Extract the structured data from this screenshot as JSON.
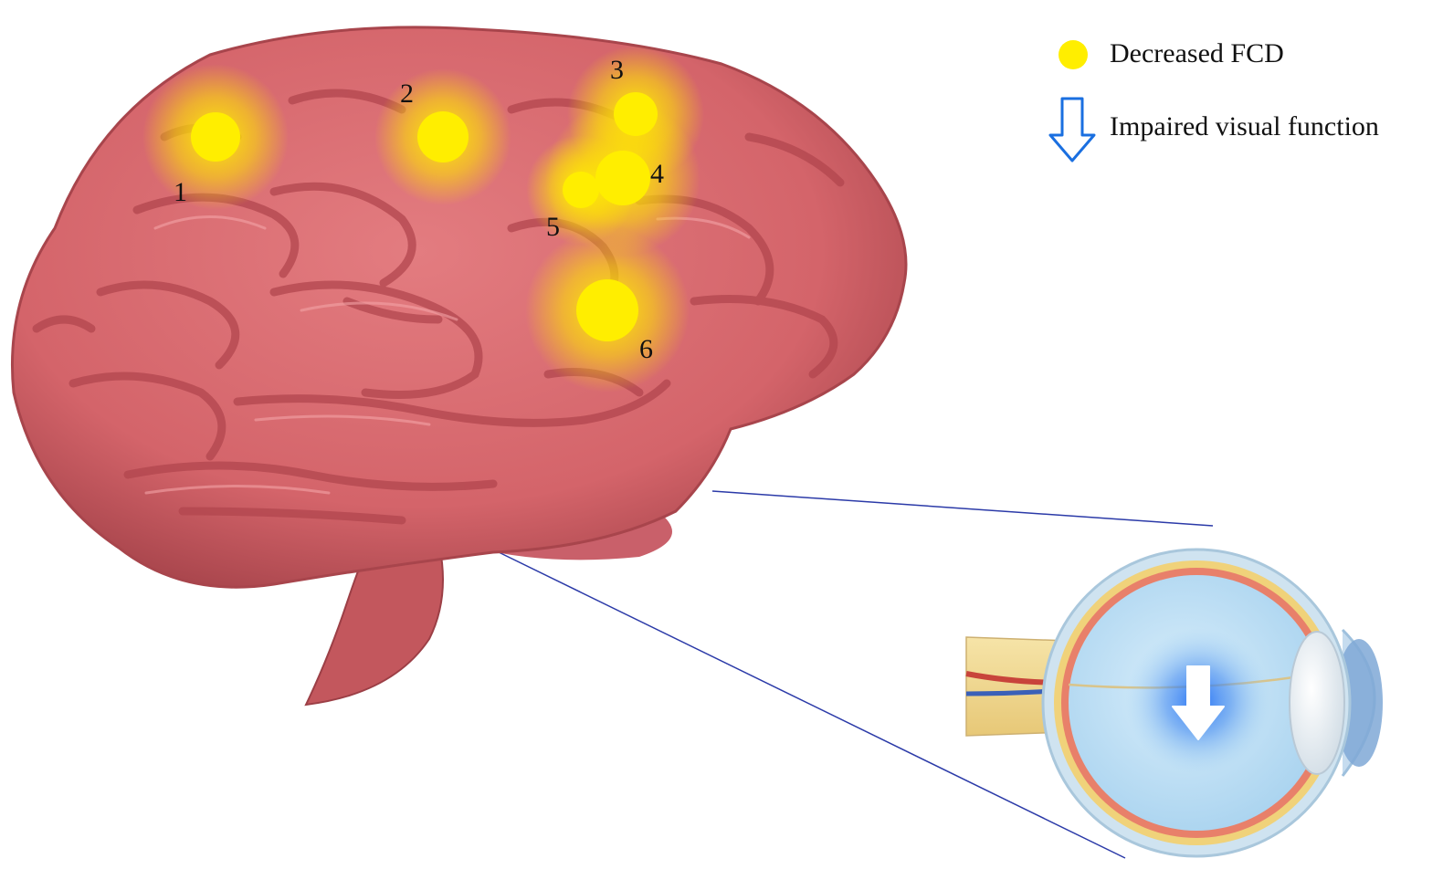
{
  "legend": {
    "decreased_label": "Decreased FCD",
    "impaired_label": "Impaired visual function"
  },
  "regions": [
    {
      "label": "1"
    },
    {
      "label": "2"
    },
    {
      "label": "3"
    },
    {
      "label": "4"
    },
    {
      "label": "5"
    },
    {
      "label": "6"
    }
  ],
  "colors": {
    "brain": "#d9686c",
    "brain_shadow": "#b54b52",
    "fcd_marker": "#ffee00",
    "arrow": "#1a6fe0",
    "connector_line": "#2b3aa8",
    "eye_outer": "#cfe3f0",
    "retina": "#e8806a",
    "vitreous": "#b9dcf2"
  },
  "icons": {
    "fcd_marker": "yellow-dot-icon",
    "impaired_arrow": "down-arrow-icon"
  }
}
